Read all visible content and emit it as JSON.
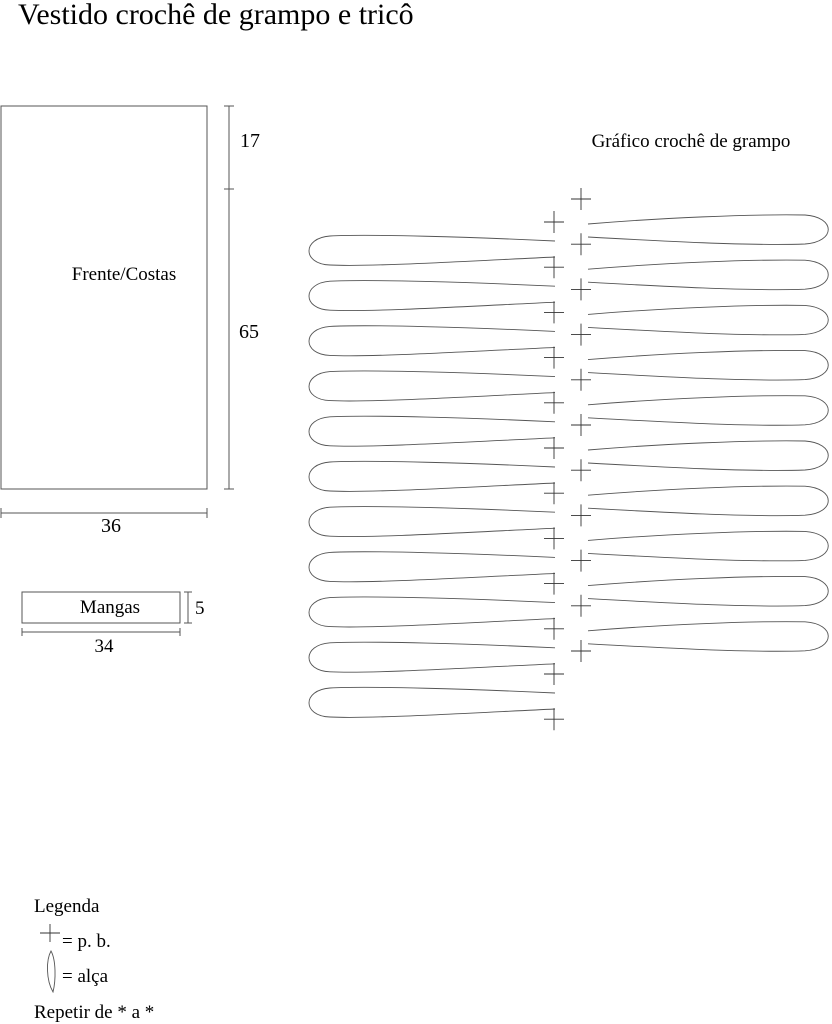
{
  "title": "Vestido crochê de grampo e tricô",
  "front_back": {
    "label": "Frente/Costas",
    "width": "36",
    "upper_height": "17",
    "lower_height": "65"
  },
  "sleeves": {
    "label": "Mangas",
    "width": "34",
    "height": "5"
  },
  "chart": {
    "title": "Gráfico crochê de grampo",
    "left_loops": 11,
    "right_loops": 10
  },
  "legend": {
    "title": "Legenda",
    "sc_text": "= p. b.",
    "loop_text": "= alça",
    "repeat_text": "Repetir de * a *"
  }
}
